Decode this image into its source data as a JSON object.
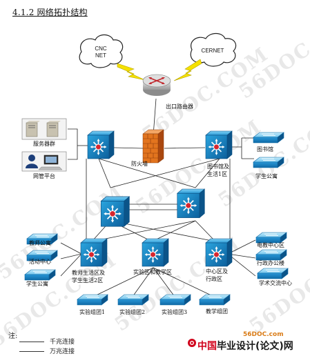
{
  "heading": "4.1.2 网络拓扑结构",
  "clouds": {
    "left": "CNC\nNET",
    "right": "CERNET"
  },
  "router_label": "出口路由器",
  "firewall_label": "防火墙",
  "server_label": "服务器群",
  "mgmt_label": "网管平台",
  "zone_labels": {
    "lib": [
      "图书馆及",
      "生活1区"
    ],
    "teacher": [
      "教师生活区及",
      "学生生活2区"
    ],
    "lab": "实验区和教学区",
    "center": [
      "中心区及",
      "行政区"
    ]
  },
  "access_labels": {
    "library": "图书馆",
    "student_apt_top": "学生公寓",
    "teacher_apt": "教师公寓",
    "activity": "活动中心",
    "student_apt_bottom": "学生公寓",
    "e_center": "电教中心区",
    "admin": "行政办公楼",
    "academic": "学术交流中心",
    "lab1": "实验组团1",
    "lab2": "实验组团2",
    "lab3": "实验组团3",
    "teach": "教学组团"
  },
  "legend": {
    "title": "注:",
    "gigabit": "千兆连接",
    "hundred": "万兆连接"
  },
  "footer": {
    "brand_prefix": "中国",
    "brand_main": "毕业设计(论文)网",
    "url": "56DOC.com"
  },
  "watermark": "56DOC.COM",
  "colors": {
    "switch_dark": "#0f6aa6",
    "switch_light": "#39a9dc",
    "access_top": "#8fd4f2",
    "access_side": "#1f8ccf",
    "firewall": "#e2741e",
    "lightning": "#f5e100"
  }
}
